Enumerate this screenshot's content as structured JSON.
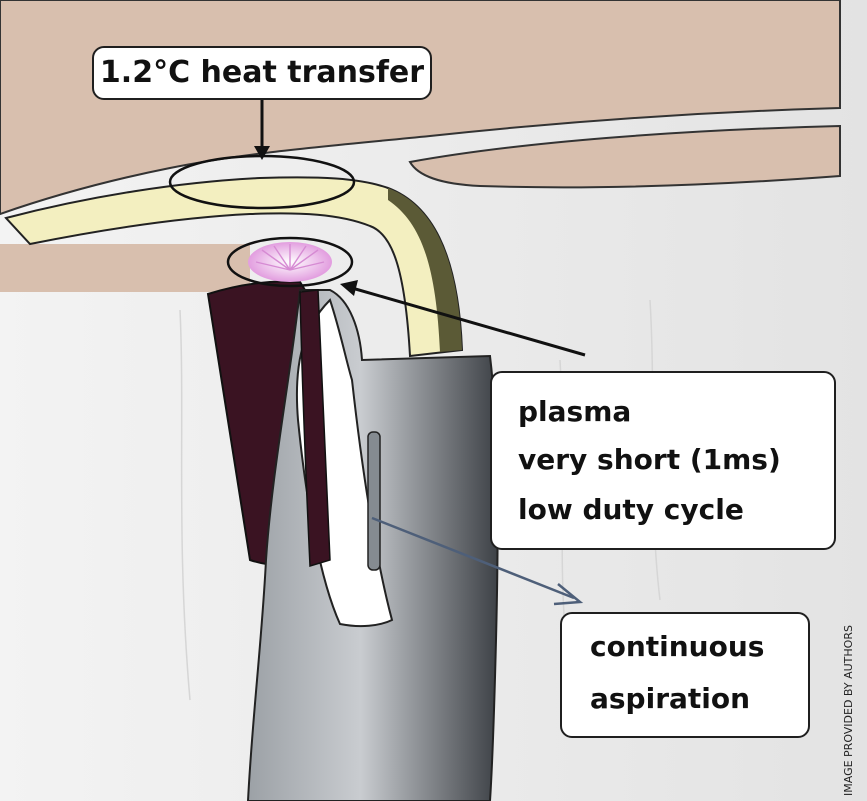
{
  "labels": {
    "heat_transfer": "1.2°C heat transfer",
    "plasma_lines": [
      "plasma",
      "very short (1ms)",
      "low duty cycle"
    ],
    "aspiration_lines": [
      "continuous",
      "aspiration"
    ],
    "credit": "IMAGE PROVIDED BY AUTHORS"
  },
  "colors": {
    "tissue": "#d8bfae",
    "fluid": "#ececec",
    "probe_shell": "#7d8287",
    "probe_dark": "#3a1322",
    "insulator": "#f3efc0",
    "plasma": "#e7a8e5",
    "outline": "#1f1f1f"
  }
}
